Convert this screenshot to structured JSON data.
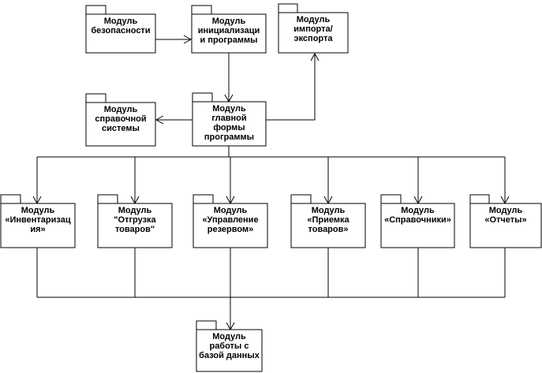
{
  "modules": {
    "security": {
      "lines": [
        "Модуль",
        "безопасности"
      ]
    },
    "init": {
      "lines": [
        "Модуль",
        "инициализаци",
        "и программы"
      ]
    },
    "import_export": {
      "lines": [
        "Модуль",
        "импорта/",
        "экспорта"
      ]
    },
    "help": {
      "lines": [
        "Модуль",
        "справочной",
        "системы"
      ]
    },
    "main_form": {
      "lines": [
        "Модуль",
        "главной",
        "формы",
        "программы"
      ]
    },
    "inventory": {
      "lines": [
        "Модуль",
        "«Инвентаризац",
        "ия»"
      ]
    },
    "shipment": {
      "lines": [
        "Модуль",
        "\"Отгрузка",
        "товаров\""
      ]
    },
    "reserve": {
      "lines": [
        "Модуль",
        "«Управление",
        "резервом»"
      ]
    },
    "receipt": {
      "lines": [
        "Модуль",
        "«Приемка",
        "товаров»"
      ]
    },
    "references": {
      "lines": [
        "Модуль",
        "«Справочники»"
      ]
    },
    "reports": {
      "lines": [
        "Модуль",
        "«Отчеты»"
      ]
    },
    "database": {
      "lines": [
        "Модуль",
        "работы с",
        "базой данных"
      ]
    }
  }
}
